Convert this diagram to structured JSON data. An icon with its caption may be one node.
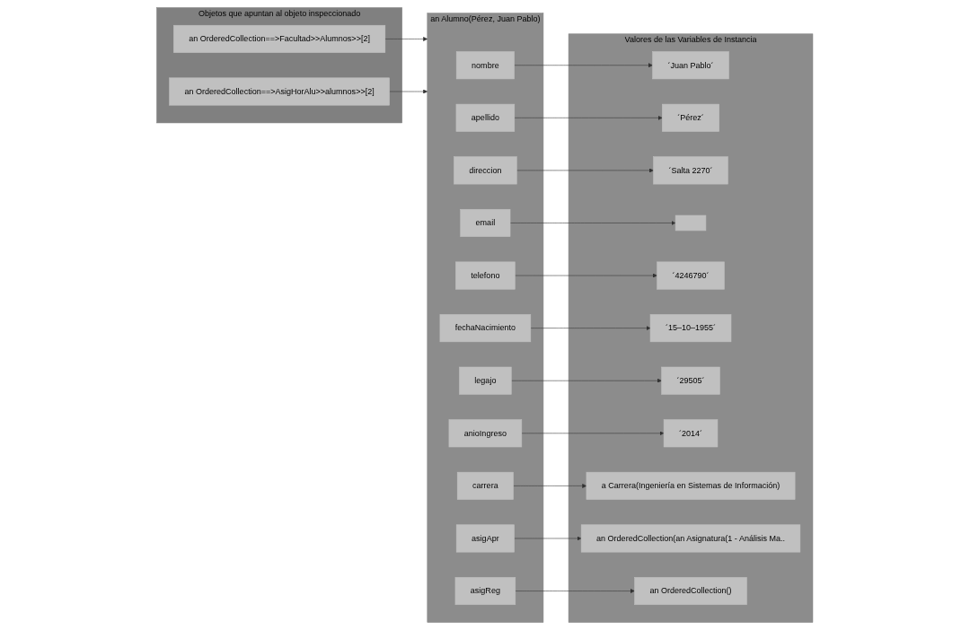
{
  "diagram": {
    "nodes": [
      {
        "text": [
          "Objetos que apuntan al objeto inspeccionado"
        ]
      },
      {
        "text": [
          "an OrderedCollection==>Facultad>>Alumnos>>[2]"
        ],
        "in": 0
      },
      {
        "text": [
          "an OrderedCollection==>AsigHorAlu>>alumnos>>[2]"
        ],
        "in": 0
      },
      {
        "text": [
          "an Alumno(Pérez, Juan Pablo)"
        ]
      },
      {
        "text": [
          "nombre"
        ],
        "in": 3
      },
      {
        "text": [
          "apellido"
        ],
        "in": 3
      },
      {
        "text": [
          "direccion"
        ],
        "in": 3
      },
      {
        "text": [
          "email"
        ],
        "in": 3
      },
      {
        "text": [
          "telefono"
        ],
        "in": 3
      },
      {
        "text": [
          "fechaNacimiento"
        ],
        "in": 3
      },
      {
        "text": [
          "legajo"
        ],
        "in": 3
      },
      {
        "text": [
          "anioIngreso"
        ],
        "in": 3
      },
      {
        "text": [
          "carrera"
        ],
        "in": 3
      },
      {
        "text": [
          "asigApr"
        ],
        "in": 3
      },
      {
        "text": [
          "asigReg"
        ],
        "in": 3
      },
      {
        "text": [
          "Valores de las Variables de Instancia"
        ]
      },
      {
        "text": [
          "´Juan Pablo´"
        ],
        "in": 15
      },
      {
        "text": [
          "´Pérez´"
        ],
        "in": 15
      },
      {
        "text": [
          "´Salta 2270´"
        ],
        "in": 15
      },
      {
        "text": [],
        "shape": "box",
        "in": 15
      },
      {
        "text": [
          "´4246790´"
        ],
        "in": 15
      },
      {
        "text": [
          "´15–10–1955´"
        ],
        "in": 15
      },
      {
        "text": [
          "´29505´"
        ],
        "in": 15
      },
      {
        "text": [
          "´2014´"
        ],
        "in": 15
      },
      {
        "text": [
          "a Carrera(Ingeniería en Sistemas de Información)"
        ],
        "in": 15
      },
      {
        "text": [
          "an OrderedCollection(an Asignatura(1 - Análisis Ma.."
        ],
        "in": 15
      },
      {
        "text": [
          "an OrderedCollection()"
        ],
        "in": 15
      }
    ],
    "edges": [
      {
        "from": 1,
        "to": 3,
        "arrow": "to"
      },
      {
        "from": 2,
        "to": 3,
        "arrow": "to"
      },
      {
        "from": 4,
        "to": 16,
        "arrow": "to"
      },
      {
        "from": 5,
        "to": 17,
        "arrow": "to"
      },
      {
        "from": 6,
        "to": 18,
        "arrow": "to"
      },
      {
        "from": 7,
        "to": 19,
        "arrow": "to"
      },
      {
        "from": 8,
        "to": 20,
        "arrow": "to"
      },
      {
        "from": 9,
        "to": 21,
        "arrow": "to"
      },
      {
        "from": 10,
        "to": 22,
        "arrow": "to"
      },
      {
        "from": 11,
        "to": 23,
        "arrow": "to"
      },
      {
        "from": 12,
        "to": 24,
        "arrow": "to"
      },
      {
        "from": 13,
        "to": 25,
        "arrow": "to"
      },
      {
        "from": 14,
        "to": 26,
        "arrow": "to"
      }
    ]
  }
}
